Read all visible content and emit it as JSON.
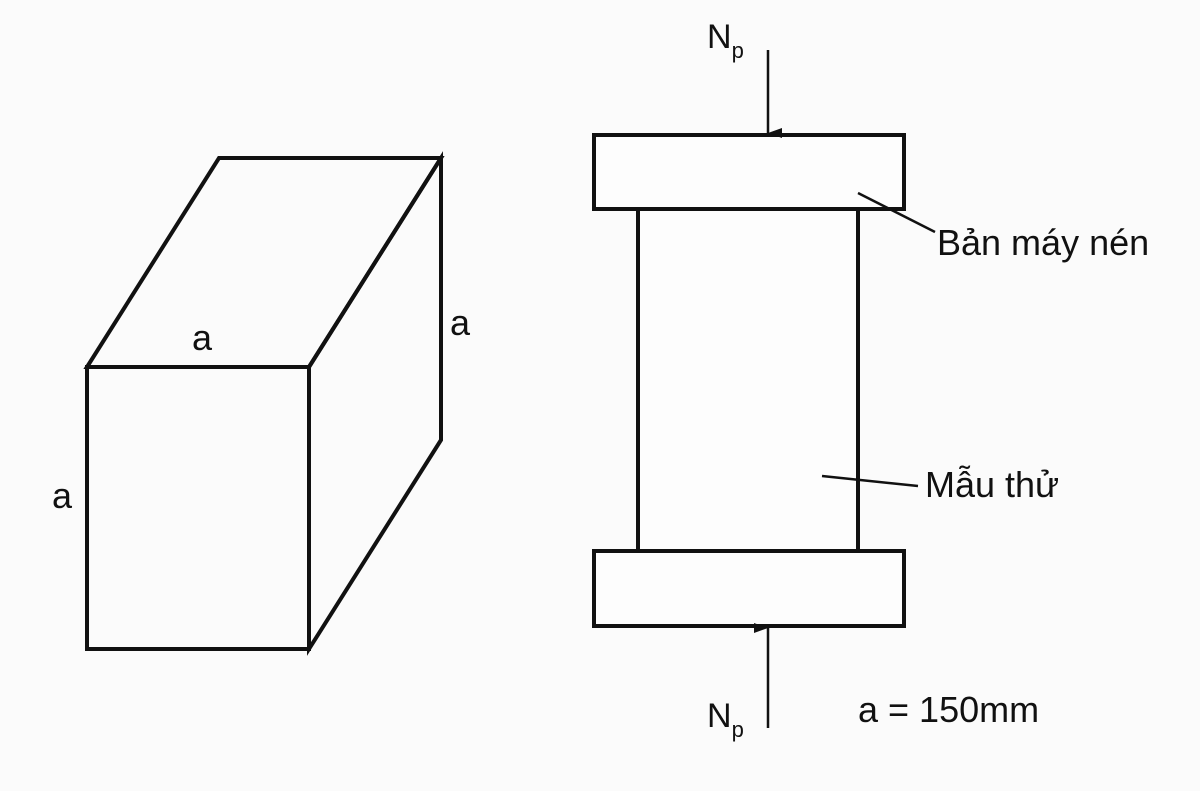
{
  "cube": {
    "label_top": "a",
    "label_right": "a",
    "label_left": "a"
  },
  "press": {
    "force_symbol": "N",
    "force_subscript": "p",
    "platen_label": "Bản máy nén",
    "specimen_label": "Mẫu thử",
    "dimension_note": "a = 150mm"
  }
}
